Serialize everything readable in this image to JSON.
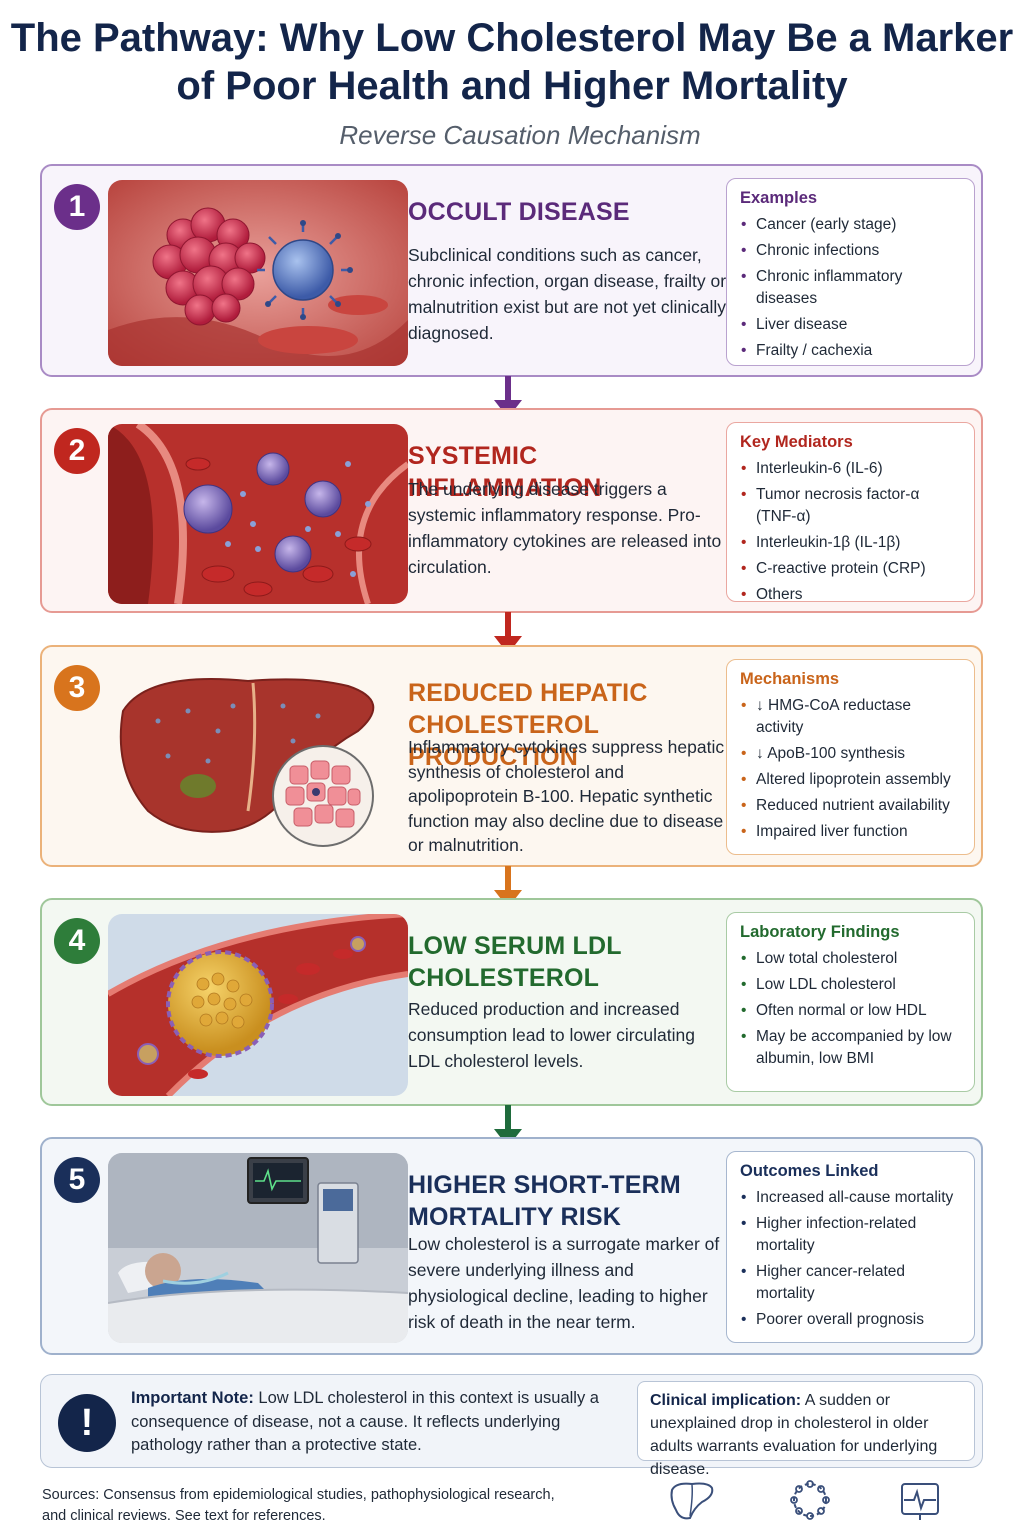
{
  "header": {
    "title": "The Pathway: Why Low Cholesterol May Be a Marker of Poor Health and Higher Mortality",
    "subtitle": "Reverse Causation Mechanism"
  },
  "steps": [
    {
      "number": "1",
      "heading": "OCCULT DISEASE",
      "description": "Subclinical conditions such as cancer, chronic infection, organ disease, frailty or malnutrition exist but are not yet clinically diagnosed.",
      "panel_title": "Examples",
      "items": [
        "Cancer (early stage)",
        "Chronic infections",
        "Chronic inflammatory diseases",
        "Liver disease",
        "Frailty / cachexia"
      ],
      "color": "#6b2f8a"
    },
    {
      "number": "2",
      "heading": "SYSTEMIC INFLAMMATION",
      "description": "The underlying disease triggers a systemic inflammatory response. Pro-inflammatory cytokines are released into circulation.",
      "panel_title": "Key Mediators",
      "items": [
        "Interleukin-6 (IL-6)",
        "Tumor necrosis factor-α (TNF-α)",
        "Interleukin-1β (IL-1β)",
        "C-reactive protein (CRP)",
        "Others"
      ],
      "color": "#c0271f"
    },
    {
      "number": "3",
      "heading": "REDUCED HEPATIC CHOLESTEROL PRODUCTION",
      "description": "Inflammatory cytokines suppress hepatic synthesis of cholesterol and apolipoprotein B-100. Hepatic synthetic function may also decline due to disease or malnutrition.",
      "panel_title": "Mechanisms",
      "items": [
        "↓ HMG-CoA reductase activity",
        "↓ ApoB-100 synthesis",
        "Altered lipoprotein assembly",
        "Reduced nutrient availability",
        "Impaired liver function"
      ],
      "color": "#d8741d"
    },
    {
      "number": "4",
      "heading": "LOW SERUM LDL CHOLESTEROL",
      "description": "Reduced production and increased consumption lead to lower circulating LDL cholesterol levels.",
      "panel_title": "Laboratory Findings",
      "items": [
        "Low total cholesterol",
        "Low LDL cholesterol",
        "Often normal or low HDL",
        "May be accompanied by low albumin, low BMI"
      ],
      "color": "#2e7d3a"
    },
    {
      "number": "5",
      "heading": "HIGHER SHORT-TERM MORTALITY RISK",
      "description": "Low cholesterol is a surrogate marker of severe underlying illness and physiological decline, leading to higher risk of death in the near term.",
      "panel_title": "Outcomes Linked",
      "items": [
        "Increased all-cause mortality",
        "Higher infection-related mortality",
        "Higher cancer-related mortality",
        "Poorer overall prognosis"
      ],
      "color": "#1a2f5a"
    }
  ],
  "note": {
    "label": "Important Note:",
    "text": " Low LDL cholesterol in this context is usually a consequence of disease, not a cause. It reflects underlying pathology rather than a protective state.",
    "clinical_label": "Clinical implication:",
    "clinical_text": " A sudden or unexplained drop in cholesterol in older adults warrants evaluation for underlying disease."
  },
  "footer": {
    "sources": "Sources: Consensus from epidemiological studies, pathophysiological research, and clinical reviews. See text for references.",
    "icons": [
      "liver-icon",
      "molecule-ring-icon",
      "heart-monitor-icon"
    ]
  }
}
